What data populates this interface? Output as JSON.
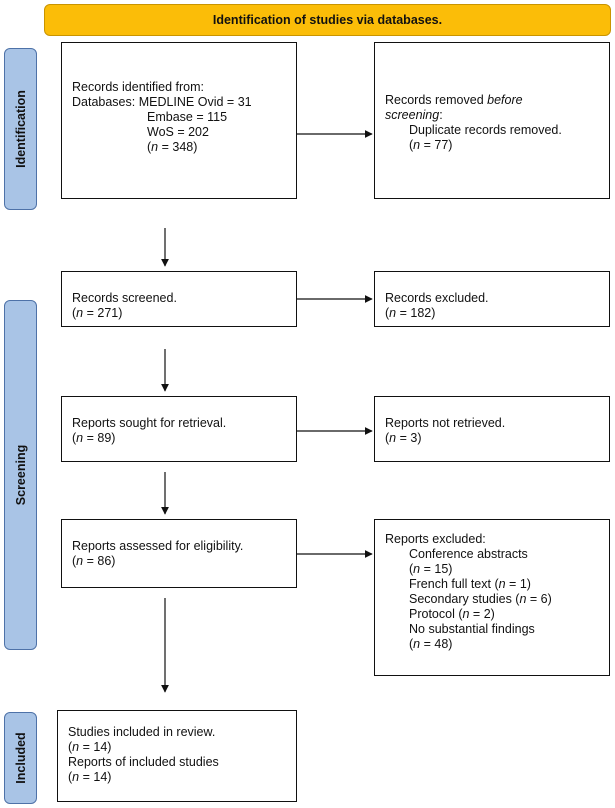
{
  "banner": "Identification of studies via databases.",
  "phases": {
    "identification": "Identification",
    "screening": "Screening",
    "included": "Included"
  },
  "records_identified": {
    "l1": "Records identified from:",
    "l2": "Databases: MEDLINE Ovid = 31",
    "l3": "Embase = 115",
    "l4": "WoS = 202",
    "n_label": "n",
    "n_rest": " = 348)"
  },
  "records_removed": {
    "l1": "Records removed ",
    "l1_em": "before",
    "l2_em": "screening",
    "l2_rest": ":",
    "l3": "Duplicate records removed.",
    "n_label": "n",
    "n_rest": " = 77)"
  },
  "records_screened": {
    "l1": "Records screened.",
    "n_label": "n",
    "n_rest": " = 271)"
  },
  "records_excluded": {
    "l1": "Records excluded.",
    "n_label": "n",
    "n_rest": " = 182)"
  },
  "reports_sought": {
    "l1": "Reports sought for retrieval.",
    "n_label": "n",
    "n_rest": " = 89)"
  },
  "reports_not_retrieved": {
    "l1": "Reports not retrieved.",
    "n_label": "n",
    "n_rest": " = 3)"
  },
  "reports_assessed": {
    "l1": "Reports assessed for eligibility.",
    "n_label": "n",
    "n_rest": " = 86)"
  },
  "reports_excluded": {
    "title": "Reports excluded:",
    "conf": "Conference abstracts",
    "conf_n_label": "n",
    "conf_n_rest": " = 15)",
    "french": "French full text (",
    "french_n_label": "n",
    "french_n_rest": " = 1)",
    "secondary": "Secondary studies (",
    "secondary_n_label": "n",
    "secondary_n_rest": " = 6)",
    "protocol": "Protocol (",
    "protocol_n_label": "n",
    "protocol_n_rest": " = 2)",
    "nosub": "No substantial findings",
    "nosub_n_label": "n",
    "nosub_n_rest": " = 48)"
  },
  "included": {
    "l1": "Studies included in review.",
    "n1_label": "n",
    "n1_rest": " = 14)",
    "l3": "Reports of included studies",
    "n2_label": "n",
    "n2_rest": " = 14)"
  }
}
